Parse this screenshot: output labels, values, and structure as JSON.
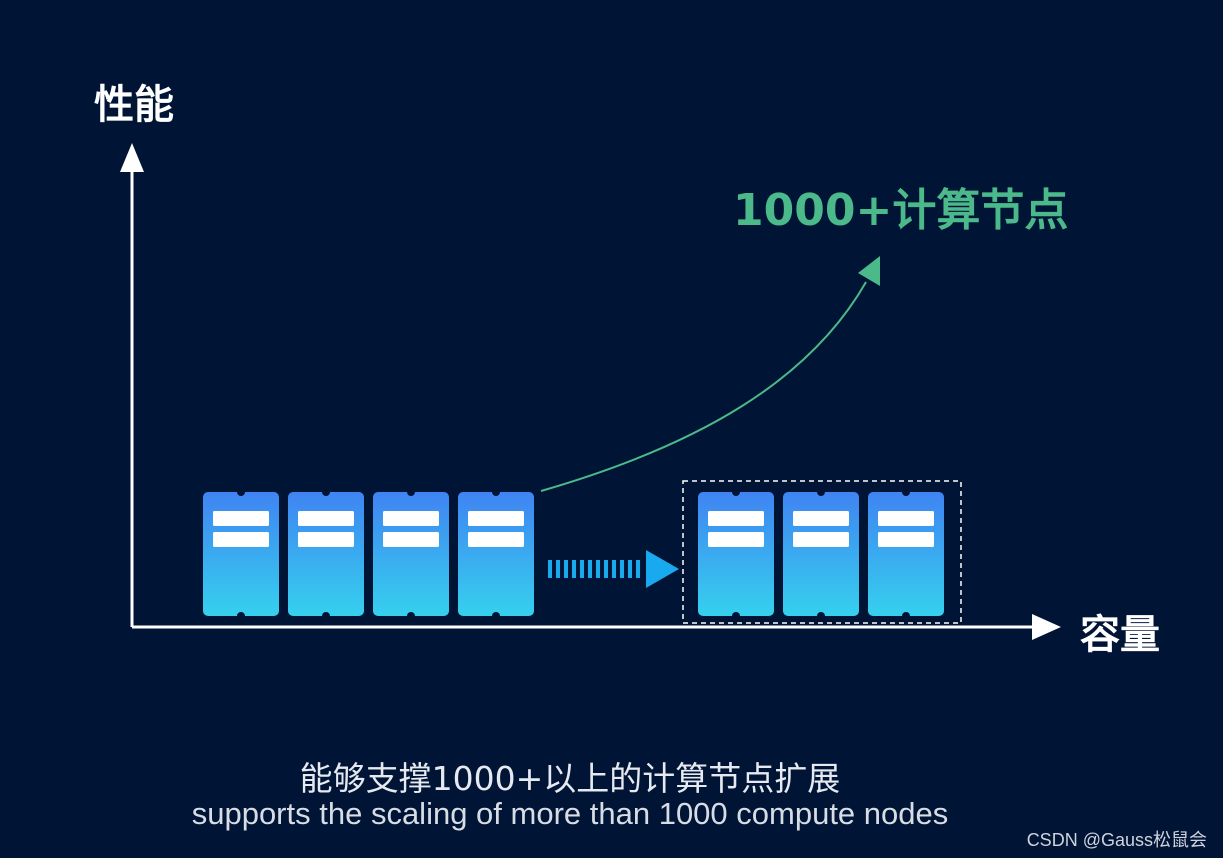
{
  "axes": {
    "y_label": "性能",
    "x_label": "容量"
  },
  "growth": {
    "label": "1000+计算节点"
  },
  "caption": {
    "chinese": "能够支撑1000+以上的计算节点扩展",
    "english": "supports the scaling of more than 1000 compute nodes"
  },
  "watermark": "CSDN @Gauss松鼠会",
  "colors": {
    "background": "#001436",
    "accent_green": "#4bb98a",
    "node_top": "#3f84f2",
    "node_bottom": "#36d0ee",
    "arrow_cyan": "#19a9ee"
  },
  "nodes": {
    "initial_count": 4,
    "added_count": 3
  }
}
